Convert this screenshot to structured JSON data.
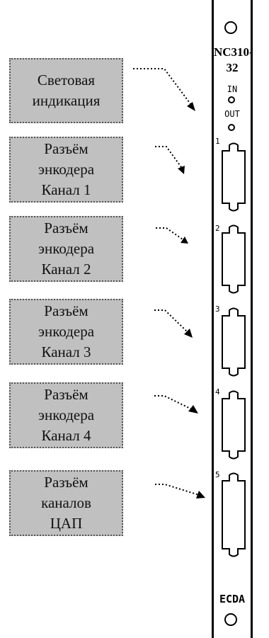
{
  "callouts": [
    {
      "lines": [
        "Световая",
        "индикация"
      ]
    },
    {
      "lines": [
        "Разъём",
        "энкодера",
        "Канал 1"
      ]
    },
    {
      "lines": [
        "Разъём",
        "энкодера",
        "Канал 2"
      ]
    },
    {
      "lines": [
        "Разъём",
        "энкодера",
        "Канал 3"
      ]
    },
    {
      "lines": [
        "Разъём",
        "энкодера",
        "Канал 4"
      ]
    },
    {
      "lines": [
        "Разъём",
        "каналов",
        "ЦАП"
      ]
    }
  ],
  "panel": {
    "model_line1": "NC310-",
    "model_line2": "32",
    "led_in": "IN",
    "led_out": "OUT",
    "connectors": [
      "1",
      "2",
      "3",
      "4",
      "5"
    ],
    "brand": "ECDA"
  }
}
